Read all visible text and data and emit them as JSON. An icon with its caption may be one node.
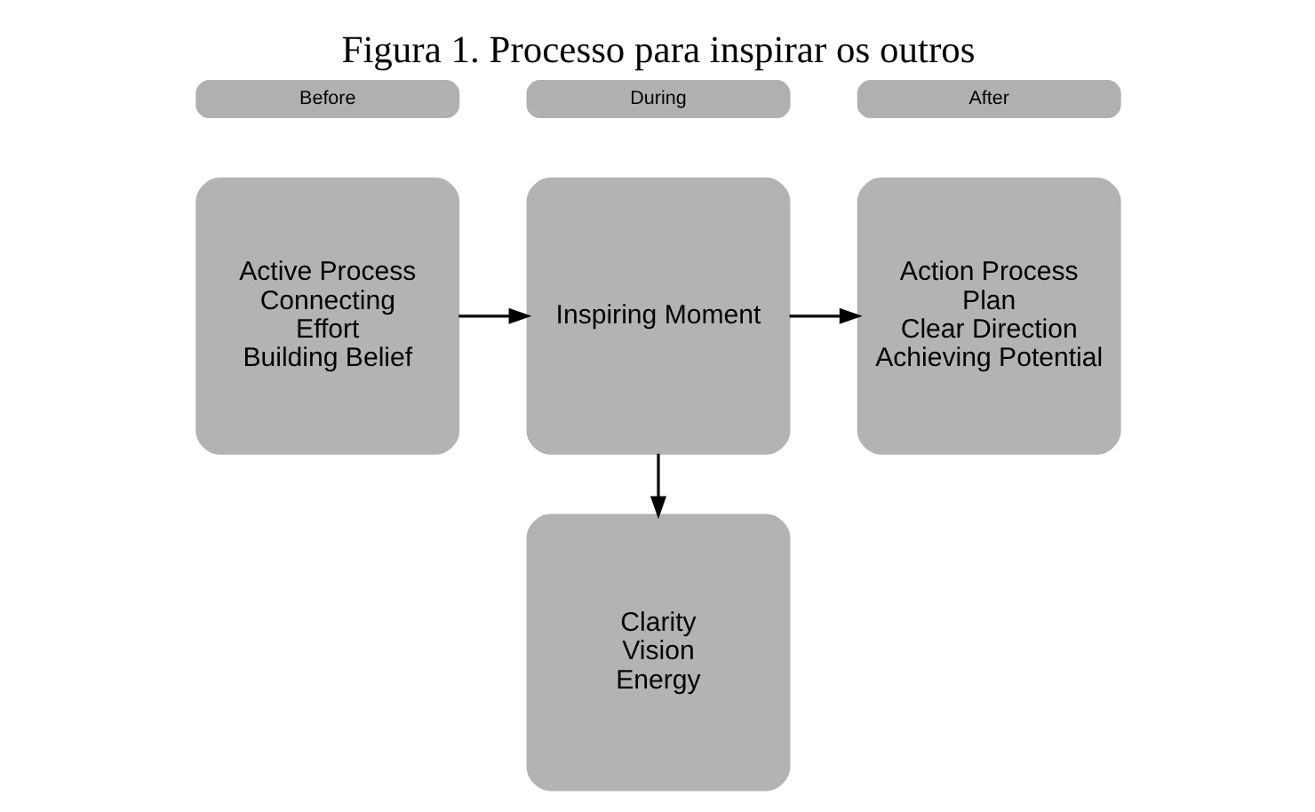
{
  "diagram": {
    "title": "Figura 1. Processo para inspirar os outros",
    "nodes": [
      {
        "text": [
          "Before"
        ]
      },
      {
        "text": [
          "During"
        ]
      },
      {
        "text": [
          "After"
        ]
      },
      {
        "text": [
          "Active Process",
          "Connecting",
          "Effort",
          "Building Belief"
        ]
      },
      {
        "text": [
          "Inspiring Moment"
        ]
      },
      {
        "text": [
          "Action Process",
          "Plan",
          "Clear Direction",
          "Achieving Potential"
        ]
      },
      {
        "text": [
          "Clarity",
          "Vision",
          "Energy"
        ]
      }
    ],
    "edges": [
      {
        "from": 3,
        "to": 4,
        "arrow": "to"
      },
      {
        "from": 4,
        "to": 5,
        "arrow": "to"
      },
      {
        "from": 4,
        "to": 6,
        "arrow": "to"
      }
    ]
  }
}
